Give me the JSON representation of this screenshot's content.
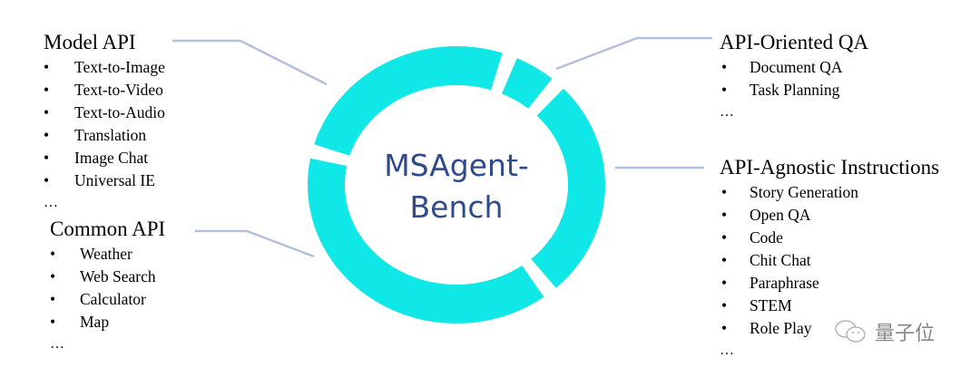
{
  "center": {
    "line1": "MSAgent-",
    "line2": "Bench"
  },
  "colors": {
    "ring": "#10e8e8",
    "connector": "#b3bfdc",
    "center_text": "#2f4b8c"
  },
  "groups": {
    "model_api": {
      "title": "Model API",
      "items": [
        "Text-to-Image",
        "Text-to-Video",
        "Text-to-Audio",
        "Translation",
        "Image Chat",
        "Universal IE"
      ],
      "more": "…"
    },
    "common_api": {
      "title": "Common API",
      "items": [
        "Weather",
        "Web Search",
        "Calculator",
        "Map"
      ],
      "more": "…"
    },
    "api_oriented_qa": {
      "title": "API-Oriented QA",
      "items": [
        "Document QA",
        "Task Planning"
      ],
      "more": "…"
    },
    "api_agnostic": {
      "title": "API-Agnostic Instructions",
      "items": [
        "Story Generation",
        "Open QA",
        "Code",
        "Chit Chat",
        "Paraphrase",
        "STEM",
        "Role Play"
      ],
      "more": "…"
    }
  },
  "bullet": "•",
  "watermark": {
    "text": "量子位",
    "icon": "wechat-icon"
  }
}
